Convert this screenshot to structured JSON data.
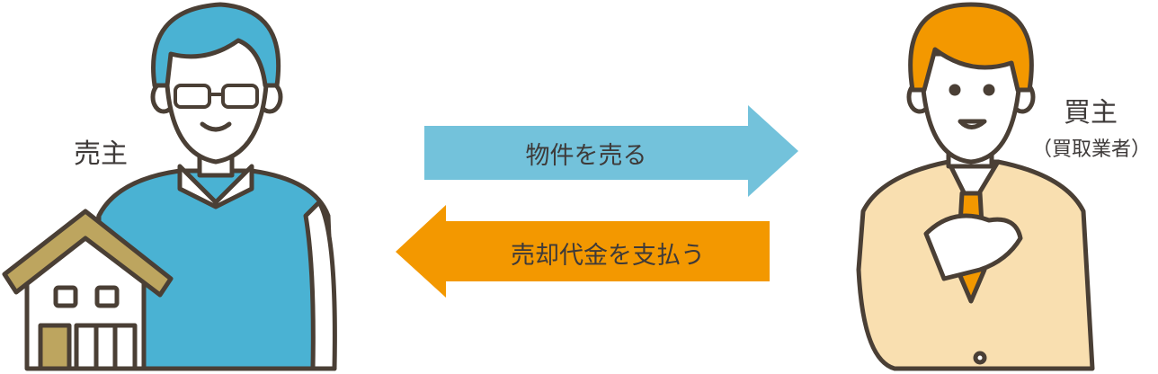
{
  "seller": {
    "label": "売主"
  },
  "buyer": {
    "label": "買主",
    "sublabel": "（買取業者）"
  },
  "arrows": [
    {
      "label": "物件を売る",
      "direction": "right",
      "color": "#73c2db"
    },
    {
      "label": "売却代金を支払う",
      "direction": "left",
      "color": "#f39800"
    }
  ],
  "colors": {
    "outline": "#4a3f35",
    "seller_blue": "#4ab2d3",
    "buyer_hair": "#f39800",
    "suit": "#f9dfb0",
    "roof": "#bda55f",
    "door": "#bda55f"
  }
}
